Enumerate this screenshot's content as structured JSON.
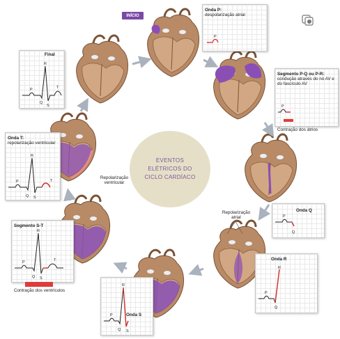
{
  "center": {
    "title": "EVENTOS\nELÉTRICOS DO\nCICLO CARDÍACO"
  },
  "start_label": "INÍCIO",
  "icons": {
    "corner": "layers-icon"
  },
  "colors": {
    "purple": "#8a4fb5",
    "heart_brown": "#b98a66",
    "arrow": "#a9b2bd",
    "red": "#e03b3b",
    "center_bg": "#e6dfc8"
  },
  "panels": {
    "final": {
      "title": "Final",
      "waves": [
        "R",
        "P",
        "T",
        "Q",
        "S"
      ]
    },
    "onda_p": {
      "title": "Onda P:",
      "desc": "despolarização atrial",
      "waves": [
        "P"
      ]
    },
    "pq": {
      "title": "Segmento P-Q ou P-R:",
      "desc": "condução através do nó AV e do fascículo AV",
      "waves": [
        "P"
      ],
      "caption": "Contração dos átrios"
    },
    "onda_t": {
      "title": "Onda T:",
      "desc": "repolarização ventricular",
      "waves": [
        "R",
        "P",
        "T",
        "Q",
        "S"
      ]
    },
    "st": {
      "title": "Segmento S-T",
      "waves": [
        "R",
        "P",
        "T",
        "Q",
        "S"
      ],
      "caption": "Contração dos ventrículos"
    },
    "onda_q": {
      "title": "Onda Q",
      "waves": [
        "P",
        "Q"
      ]
    },
    "onda_r": {
      "title": "Onda R",
      "waves": [
        "R",
        "P",
        "Q"
      ]
    },
    "onda_s": {
      "title": "Onda S",
      "waves": [
        "R",
        "P",
        "Q",
        "S"
      ]
    }
  },
  "annotations": {
    "repol_ventricular": "Repolarização ventricular",
    "repol_atrial": "Repolarização atrial"
  }
}
